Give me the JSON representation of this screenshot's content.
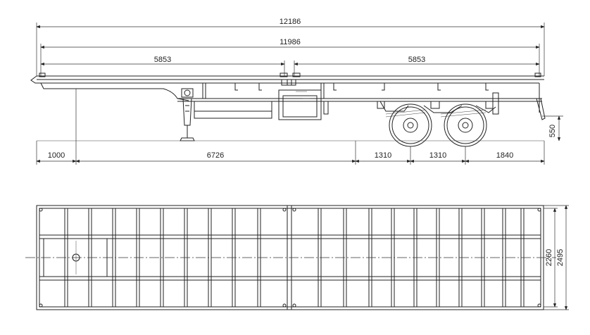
{
  "side_view": {
    "overall_length": "12186",
    "frame_length": "11986",
    "left_container": "5853",
    "right_container": "5853",
    "front_overhang": "1000",
    "kingpin_to_axle": "6726",
    "axle_spacing_1": "1310",
    "axle_spacing_2": "1310",
    "rear_overhang": "1840",
    "deck_height": "550"
  },
  "top_view": {
    "inner_width": "2260",
    "overall_width": "2495"
  }
}
